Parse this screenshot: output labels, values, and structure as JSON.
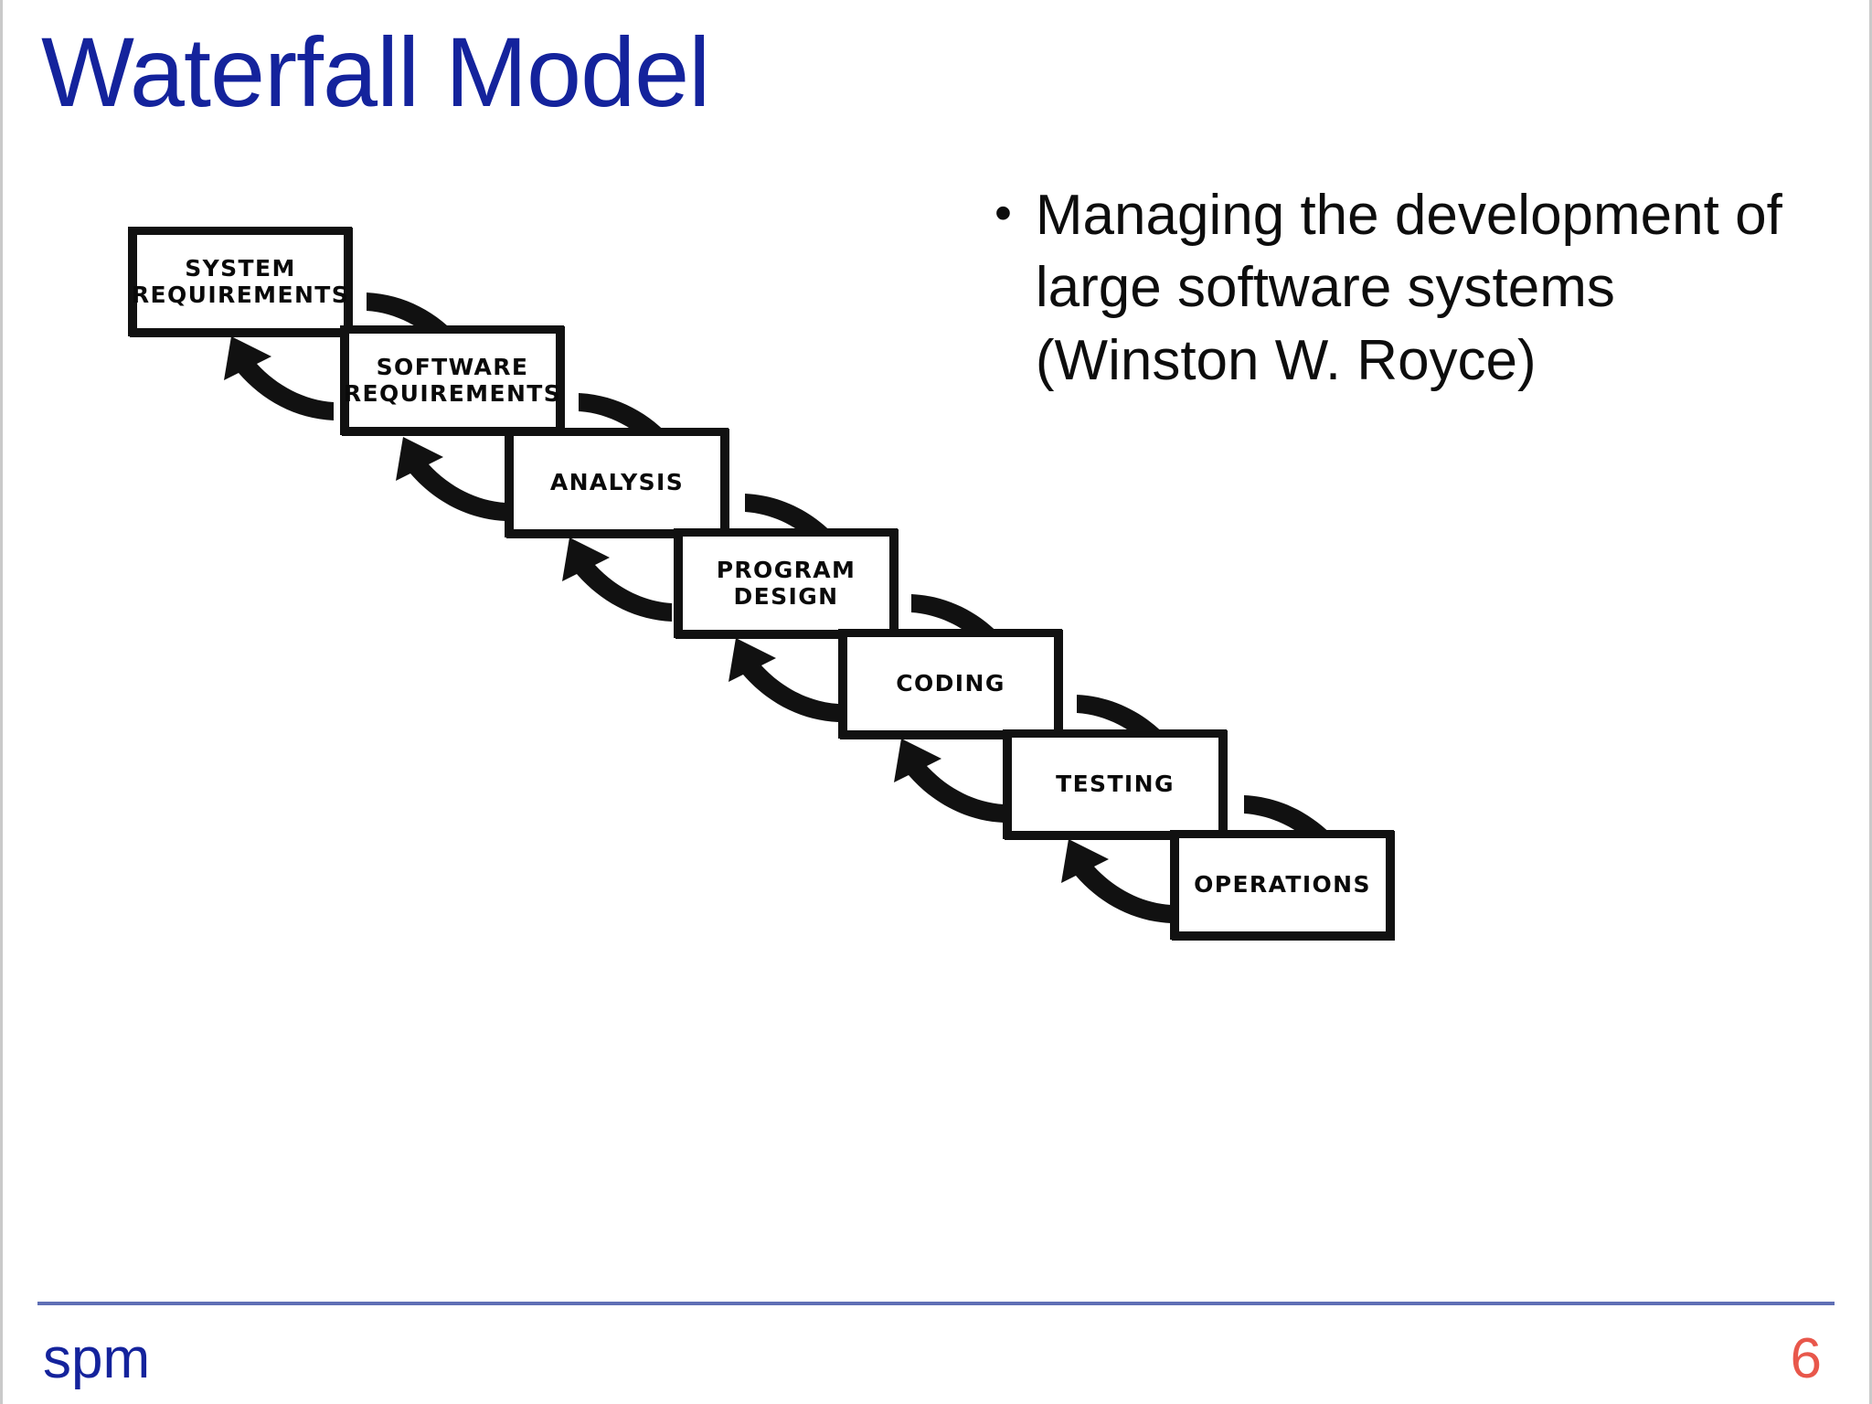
{
  "slide": {
    "title": "Waterfall Model",
    "title_color": "#14239C",
    "background_color": "#FFFFFF"
  },
  "bullets": [
    {
      "marker": "•",
      "lines": [
        "Managing the development of",
        "large software systems",
        "(Winston W. Royce)"
      ]
    }
  ],
  "diagram": {
    "name": "waterfall-model-diagram",
    "forward_arrow_label": "proceeds-to",
    "backward_arrow_label": "feeds-back-to",
    "boxes": [
      {
        "id": "system-requirements",
        "lines": [
          "SYSTEM",
          "REQUIREMENTS"
        ]
      },
      {
        "id": "software-requirements",
        "lines": [
          "SOFTWARE",
          "REQUIREMENTS"
        ]
      },
      {
        "id": "analysis",
        "lines": [
          "ANALYSIS"
        ]
      },
      {
        "id": "program-design",
        "lines": [
          "PROGRAM",
          "DESIGN"
        ]
      },
      {
        "id": "coding",
        "lines": [
          "CODING"
        ]
      },
      {
        "id": "testing",
        "lines": [
          "TESTING"
        ]
      },
      {
        "id": "operations",
        "lines": [
          "OPERATIONS"
        ]
      }
    ]
  },
  "footer": {
    "label": "spm",
    "label_color": "#14239C",
    "page_number": "6",
    "page_number_color": "#E8574B",
    "rule_color": "#5F6FB5"
  }
}
